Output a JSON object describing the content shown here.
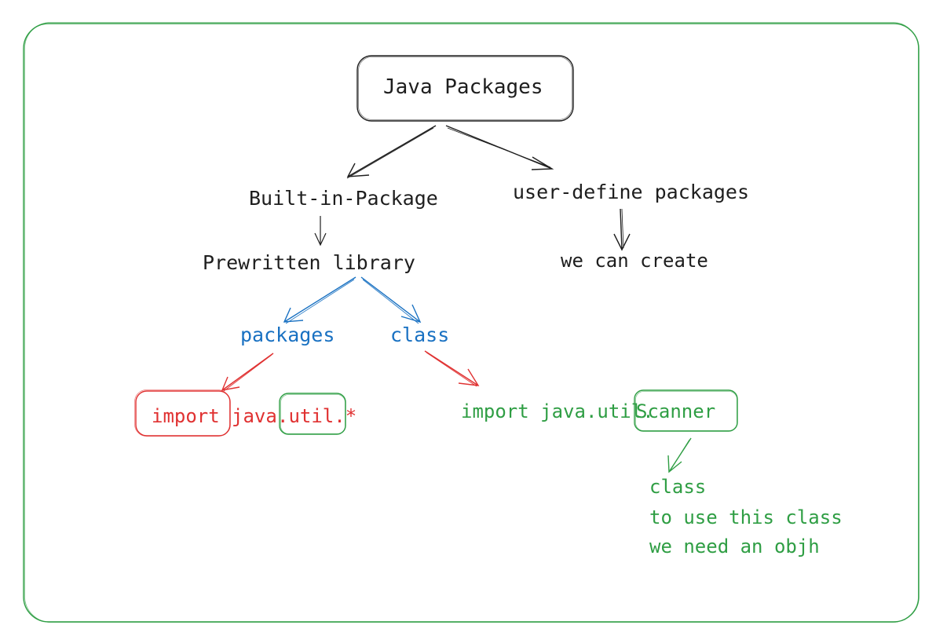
{
  "diagram": {
    "title": "Java Packages",
    "branches": {
      "builtin": "Built-in-Package",
      "userdefine": "user-define packages"
    },
    "notes": {
      "prewritten": "Prewritten library",
      "we_can_create": "we can create"
    },
    "sub": {
      "packages": "packages",
      "class": "class"
    },
    "import_wildcard": {
      "keyword": "import",
      "pkg": "java",
      "util": ".util.*"
    },
    "import_class": {
      "prefix": "import java.util.",
      "classname": "Scanner"
    },
    "scanner_note": {
      "line1": "class",
      "line2": "to use this class",
      "line3": "we need an objh"
    }
  },
  "colors": {
    "stroke": "#1e1e1e",
    "blue": "#1971c2",
    "red": "#e03131",
    "green": "#2f9e44"
  }
}
